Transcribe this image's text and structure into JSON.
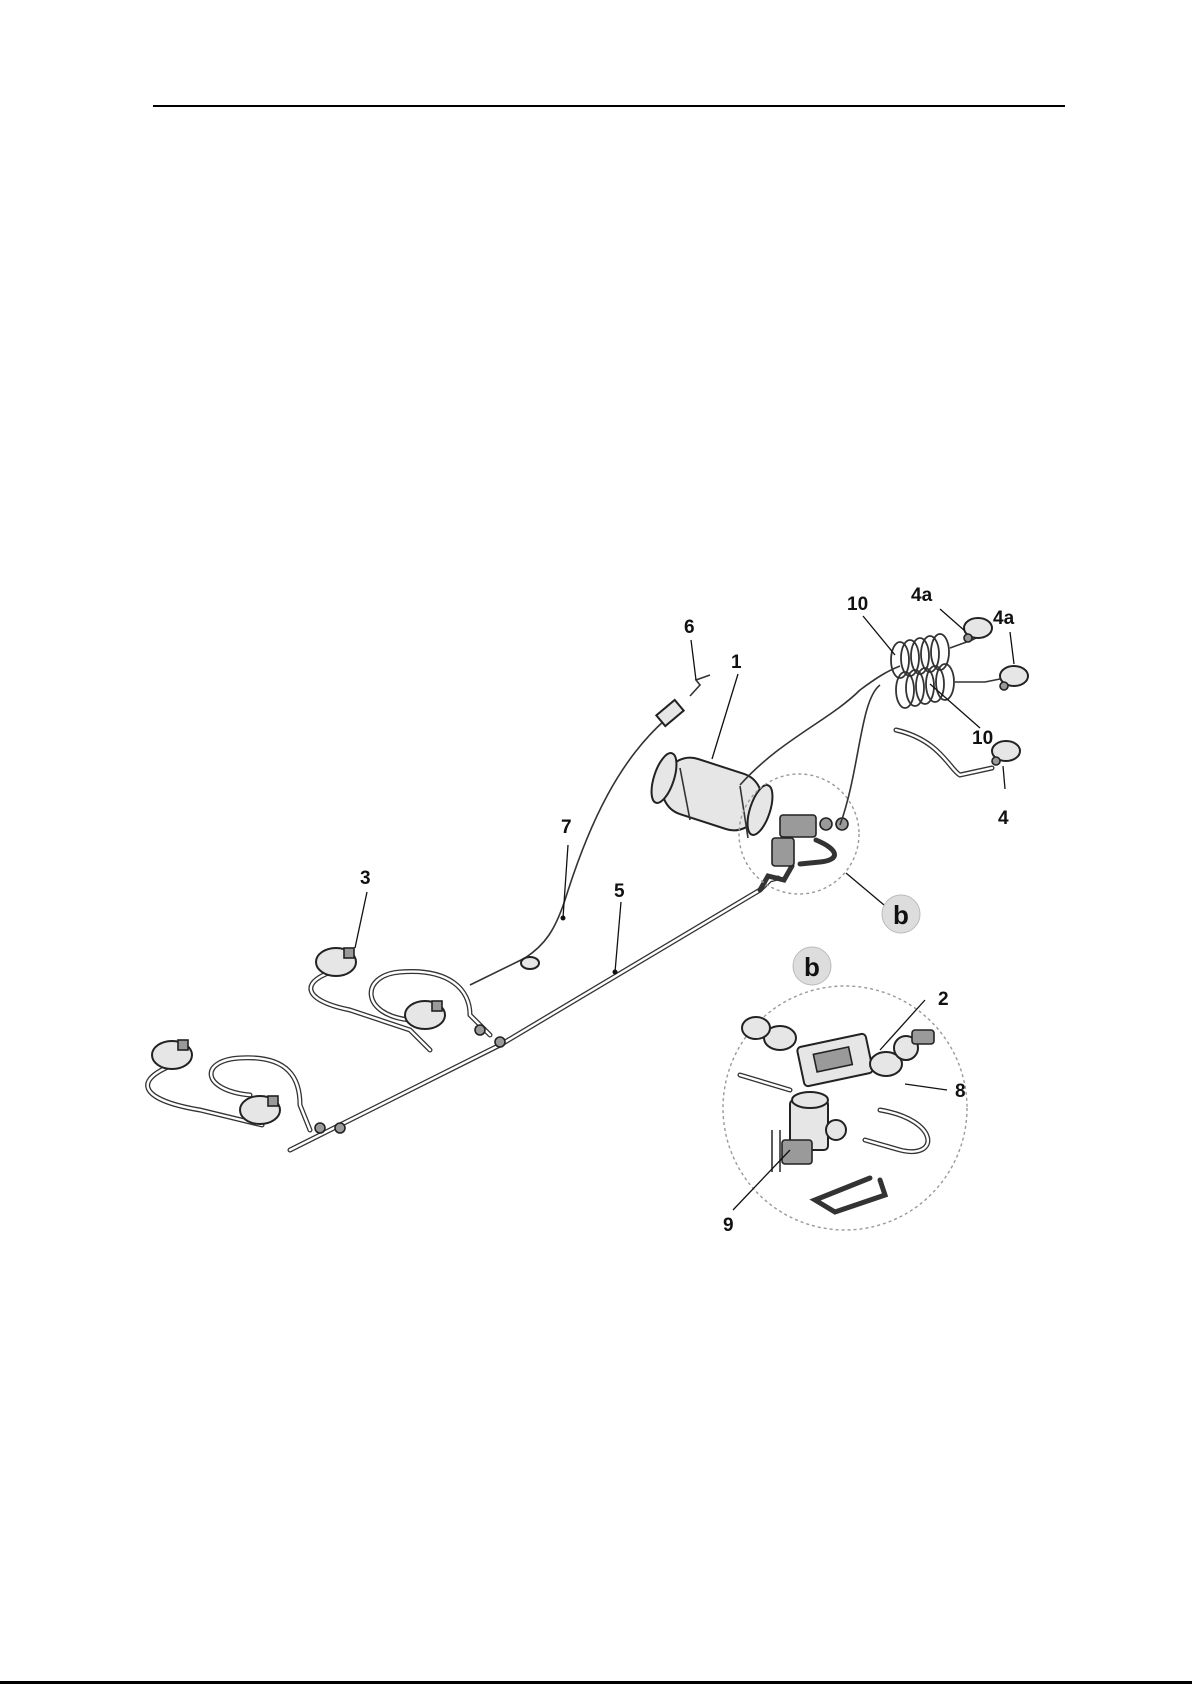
{
  "labels": {
    "l1": "1",
    "l2": "2",
    "l3": "3",
    "l4": "4",
    "l4a_left": "4a",
    "l4a_right": "4a",
    "l5": "5",
    "l6": "6",
    "l7": "7",
    "l8": "8",
    "l9": "9",
    "l10_top": "10",
    "l10_bottom": "10",
    "detail_marker": "b",
    "detail_title": "b"
  }
}
